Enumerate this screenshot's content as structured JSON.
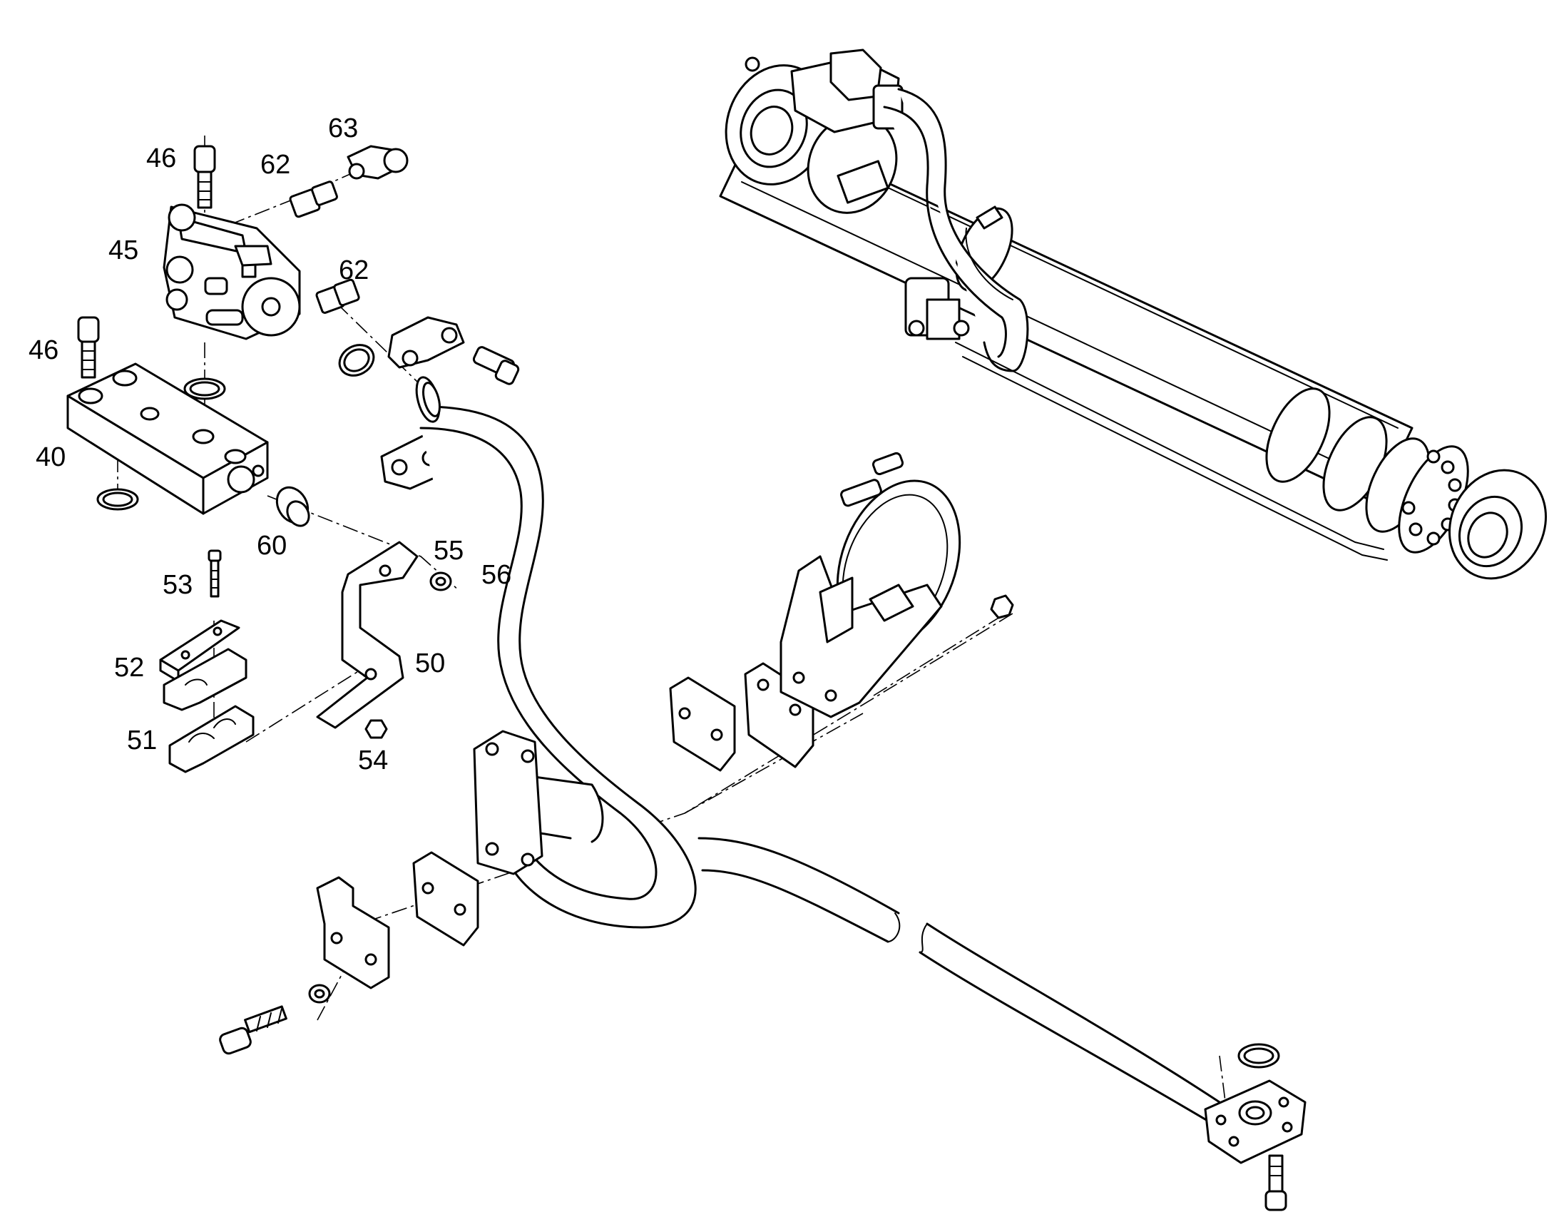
{
  "callouts": [
    {
      "id": "c46a",
      "label": "46"
    },
    {
      "id": "c63",
      "label": "63"
    },
    {
      "id": "c62a",
      "label": "62"
    },
    {
      "id": "c45",
      "label": "45"
    },
    {
      "id": "c62b",
      "label": "62"
    },
    {
      "id": "c46b",
      "label": "46"
    },
    {
      "id": "c40",
      "label": "40"
    },
    {
      "id": "c60",
      "label": "60"
    },
    {
      "id": "c55",
      "label": "55"
    },
    {
      "id": "c56",
      "label": "56"
    },
    {
      "id": "c53",
      "label": "53"
    },
    {
      "id": "c52",
      "label": "52"
    },
    {
      "id": "c50",
      "label": "50"
    },
    {
      "id": "c51",
      "label": "51"
    },
    {
      "id": "c54",
      "label": "54"
    }
  ]
}
